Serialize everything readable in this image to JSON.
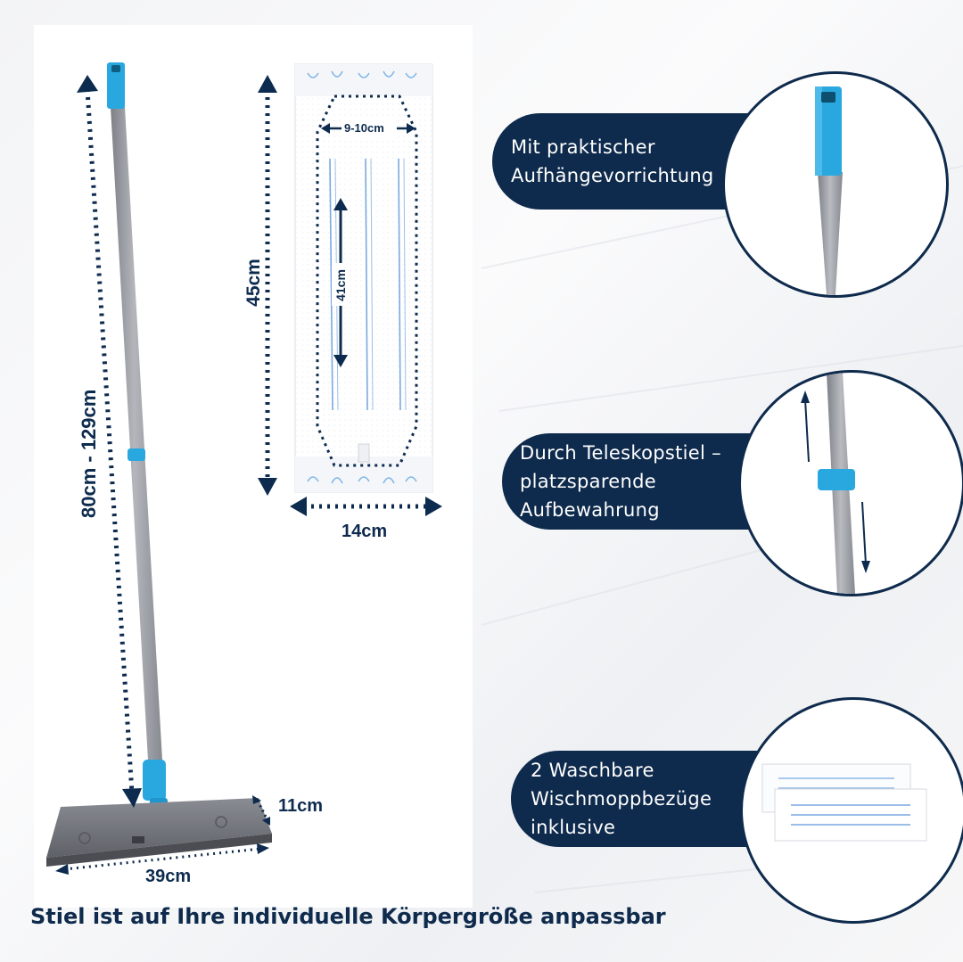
{
  "dimensions": {
    "handle_length": "80cm - 129cm",
    "pad_length": "45cm",
    "pad_inner_width": "9-10cm",
    "pad_inner_length": "41cm",
    "pad_width": "14cm",
    "head_depth": "11cm",
    "head_width": "39cm"
  },
  "features": [
    {
      "lines": [
        "Mit praktischer",
        "Aufhängevorrichtung"
      ]
    },
    {
      "lines": [
        "Durch Teleskopstiel –",
        "platzsparende",
        "Aufbewahrung"
      ]
    },
    {
      "lines": [
        "2 Waschbare",
        "Wischmoppbezüge",
        "inklusive"
      ]
    }
  ],
  "caption": "Stiel ist auf Ihre individuelle Körpergröße anpassbar",
  "colors": {
    "navy": "#0e2a4c",
    "accent_blue": "#29a8e0",
    "handle_gray": "#9a9ca3",
    "head_gray": "#74767d"
  }
}
